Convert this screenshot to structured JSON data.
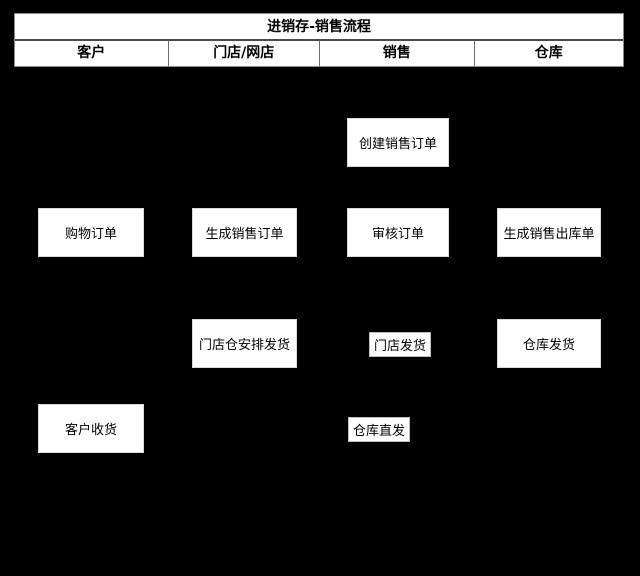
{
  "diagram": {
    "title": "进销存-销售流程",
    "type": "swimlane-flowchart",
    "background_color": "#000000",
    "node_fill_color": "#ffffff",
    "text_color": "#000000",
    "lanes": [
      {
        "id": "lane-customer",
        "label": "客户"
      },
      {
        "id": "lane-store",
        "label": "门店/网店"
      },
      {
        "id": "lane-sales",
        "label": "销售"
      },
      {
        "id": "lane-warehouse",
        "label": "仓库"
      }
    ],
    "nodes": [
      {
        "id": "node-create-sales-order",
        "label": "创建销售订单",
        "lane": "lane-sales",
        "row": 1,
        "style": "box"
      },
      {
        "id": "node-shopping-order",
        "label": "购物订单",
        "lane": "lane-customer",
        "row": 2,
        "style": "box"
      },
      {
        "id": "node-generate-sales-order",
        "label": "生成销售订单",
        "lane": "lane-store",
        "row": 2,
        "style": "box"
      },
      {
        "id": "node-review-order",
        "label": "审核订单",
        "lane": "lane-sales",
        "row": 2,
        "style": "box"
      },
      {
        "id": "node-generate-outbound",
        "label": "生成销售出库单",
        "lane": "lane-warehouse",
        "row": 2,
        "style": "box"
      },
      {
        "id": "node-store-warehouse-ship",
        "label": "门店仓安排发货",
        "lane": "lane-store",
        "row": 3,
        "style": "box"
      },
      {
        "id": "node-store-ship",
        "label": "门店发货",
        "lane": "lane-sales",
        "row": 3,
        "style": "tight"
      },
      {
        "id": "node-warehouse-ship",
        "label": "仓库发货",
        "lane": "lane-warehouse",
        "row": 3,
        "style": "box"
      },
      {
        "id": "node-customer-receive",
        "label": "客户收货",
        "lane": "lane-customer",
        "row": 4,
        "style": "box"
      },
      {
        "id": "node-warehouse-direct",
        "label": "仓库直发",
        "lane": "lane-sales",
        "row": 4,
        "style": "tight"
      }
    ]
  }
}
